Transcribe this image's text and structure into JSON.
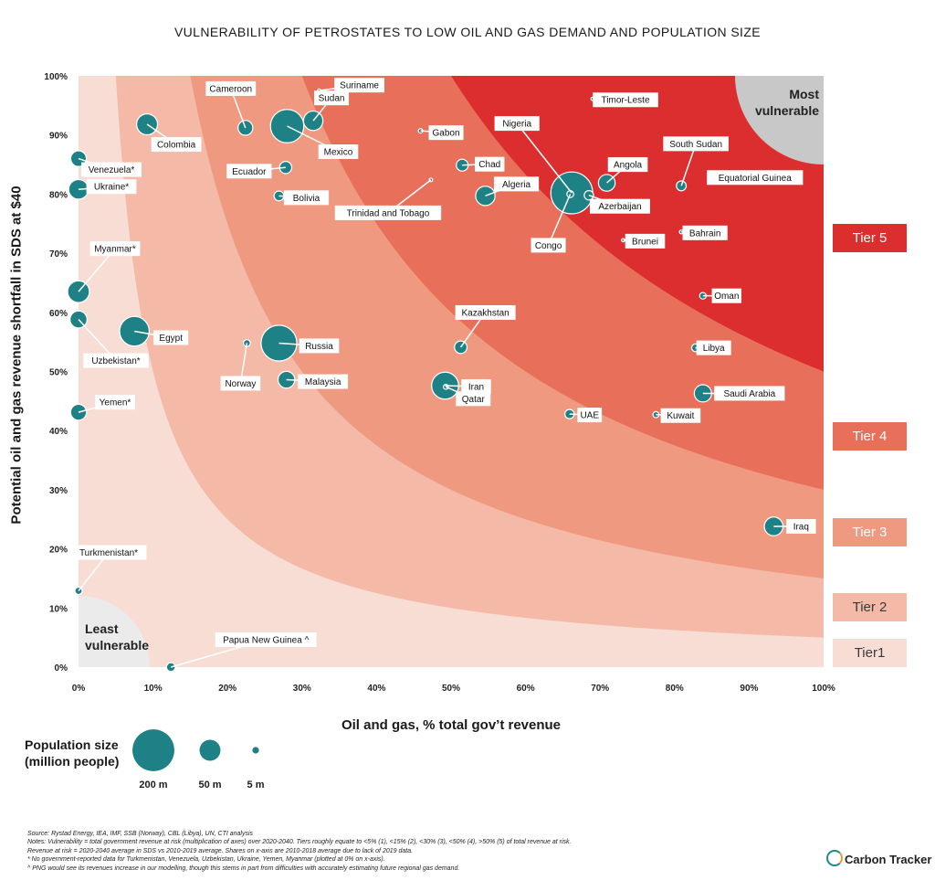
{
  "chart_data": {
    "type": "scatter",
    "title": "VULNERABILITY OF PETROSTATES TO LOW OIL AND GAS DEMAND AND POPULATION SIZE",
    "xlabel": "Oil and gas, % total gov’t revenue",
    "ylabel": "Potential oil and gas revenue shortfall in SDS at $40",
    "xlim": [
      0,
      100
    ],
    "ylim": [
      0,
      100
    ],
    "x_ticks": [
      "0%",
      "10%",
      "20%",
      "30%",
      "40%",
      "50%",
      "60%",
      "70%",
      "80%",
      "90%",
      "100%"
    ],
    "y_ticks": [
      "0%",
      "10%",
      "20%",
      "30%",
      "40%",
      "50%",
      "60%",
      "70%",
      "80%",
      "90%",
      "100%"
    ],
    "grid": false,
    "bubble_size": "population (million people)",
    "point_color": "#1d8185",
    "points": [
      {
        "label": "Cameroon",
        "x": 22.4,
        "y": 91.2,
        "pop": 25
      },
      {
        "label": "Suriname",
        "x": 32.3,
        "y": 97.5,
        "pop": 0.6
      },
      {
        "label": "Sudan",
        "x": 31.5,
        "y": 92.4,
        "pop": 43
      },
      {
        "label": "Mexico",
        "x": 28.0,
        "y": 91.5,
        "pop": 127
      },
      {
        "label": "Colombia",
        "x": 9.2,
        "y": 91.8,
        "pop": 50
      },
      {
        "label": "Venezuela*",
        "x": 0.0,
        "y": 86.0,
        "pop": 28
      },
      {
        "label": "Ecuador",
        "x": 27.8,
        "y": 84.5,
        "pop": 17
      },
      {
        "label": "Ukraine*",
        "x": 0.0,
        "y": 80.8,
        "pop": 44
      },
      {
        "label": "Bolivia",
        "x": 26.9,
        "y": 79.7,
        "pop": 11
      },
      {
        "label": "Gabon",
        "x": 45.9,
        "y": 90.7,
        "pop": 2.2
      },
      {
        "label": "Trinidad and Tobago",
        "x": 47.3,
        "y": 82.4,
        "pop": 1.4
      },
      {
        "label": "Nigeria",
        "x": 66.2,
        "y": 80.2,
        "pop": 200
      },
      {
        "label": "Congo",
        "x": 66.0,
        "y": 80.0,
        "pop": 5.4
      },
      {
        "label": "Azerbaijan",
        "x": 68.5,
        "y": 79.8,
        "pop": 10
      },
      {
        "label": "Chad",
        "x": 51.5,
        "y": 84.9,
        "pop": 16
      },
      {
        "label": "Algeria",
        "x": 54.6,
        "y": 79.7,
        "pop": 43
      },
      {
        "label": "Angola",
        "x": 70.9,
        "y": 81.9,
        "pop": 32
      },
      {
        "label": "South Sudan",
        "x": 80.9,
        "y": 81.4,
        "pop": 11
      },
      {
        "label": "Equatorial Guinea",
        "x": 84.9,
        "y": 82.8,
        "pop": 1.4
      },
      {
        "label": "Timor-Leste",
        "x": 69.0,
        "y": 96.1,
        "pop": 1.3
      },
      {
        "label": "Brunei",
        "x": 73.1,
        "y": 72.2,
        "pop": 0.4
      },
      {
        "label": "Bahrain",
        "x": 80.9,
        "y": 73.6,
        "pop": 1.6
      },
      {
        "label": "Myanmar*",
        "x": 0.0,
        "y": 63.5,
        "pop": 54
      },
      {
        "label": "Egypt",
        "x": 7.5,
        "y": 56.8,
        "pop": 100
      },
      {
        "label": "Uzbekistan*",
        "x": 0.0,
        "y": 58.8,
        "pop": 33
      },
      {
        "label": "Norway",
        "x": 22.6,
        "y": 54.8,
        "pop": 5.4
      },
      {
        "label": "Russia",
        "x": 26.9,
        "y": 54.8,
        "pop": 146
      },
      {
        "label": "Malaysia",
        "x": 27.9,
        "y": 48.6,
        "pop": 32
      },
      {
        "label": "Yemen*",
        "x": 0.0,
        "y": 43.1,
        "pop": 29
      },
      {
        "label": "Kazakhstan",
        "x": 51.3,
        "y": 54.1,
        "pop": 18
      },
      {
        "label": "Iran",
        "x": 49.2,
        "y": 47.6,
        "pop": 83
      },
      {
        "label": "Qatar",
        "x": 49.3,
        "y": 47.4,
        "pop": 2.8
      },
      {
        "label": "UAE",
        "x": 65.9,
        "y": 42.8,
        "pop": 9.8
      },
      {
        "label": "Kuwait",
        "x": 77.5,
        "y": 42.7,
        "pop": 4.2
      },
      {
        "label": "Oman",
        "x": 83.8,
        "y": 62.8,
        "pop": 5
      },
      {
        "label": "Libya",
        "x": 82.8,
        "y": 54.0,
        "pop": 6.8
      },
      {
        "label": "Saudi Arabia",
        "x": 83.8,
        "y": 46.3,
        "pop": 34
      },
      {
        "label": "Iraq",
        "x": 93.3,
        "y": 23.8,
        "pop": 40
      },
      {
        "label": "Turkmenistan*",
        "x": 0.0,
        "y": 12.9,
        "pop": 6
      },
      {
        "label": "Papua New Guinea ^",
        "x": 12.4,
        "y": 0.0,
        "pop": 8.9
      }
    ],
    "tiers": [
      {
        "label": "Tier1",
        "color": "#f8ddd5"
      },
      {
        "label": "Tier 2",
        "color": "#f4baa7"
      },
      {
        "label": "Tier 3",
        "color": "#ef9a80"
      },
      {
        "label": "Tier 4",
        "color": "#e8705a"
      },
      {
        "label": "Tier 5",
        "color": "#dc2e2e"
      }
    ],
    "corner_labels": {
      "top_right": "Most vulnerable",
      "bottom_left": "Least vulnerable"
    },
    "legend": {
      "title": "Population size (million people)",
      "items": [
        {
          "label": "200 m",
          "pop": 200
        },
        {
          "label": "50 m",
          "pop": 50
        },
        {
          "label": "5 m",
          "pop": 5
        }
      ]
    }
  },
  "notes": [
    "Source: Rystad Energy, IEA, IMF, SSB (Norway), CBL (Libya), UN, CTI analysis",
    "Notes: Vulnerability = total government revenue at risk (multiplication of axes) over 2020-2040. Tiers roughly equate to <5% (1), <15% (2), <30% (3), <50% (4), >50% (5) of total revenue at risk.",
    "Revenue at risk = 2020-2040 average in SDS vs 2010-2019 average. Shares on x-axis are 2010-2018 average due to lack of 2019 data.",
    "* No government-reported data for Turkmenistan, Venezuela, Uzbekistan, Ukraine, Yemen, Myanmar (plotted at 0% on x-axis).",
    "^ PNG would see its revenues increase in our modelling, though this stems in part from difficulties with accurately estimating future regional gas demand."
  ],
  "brand": "Carbon Tracker"
}
